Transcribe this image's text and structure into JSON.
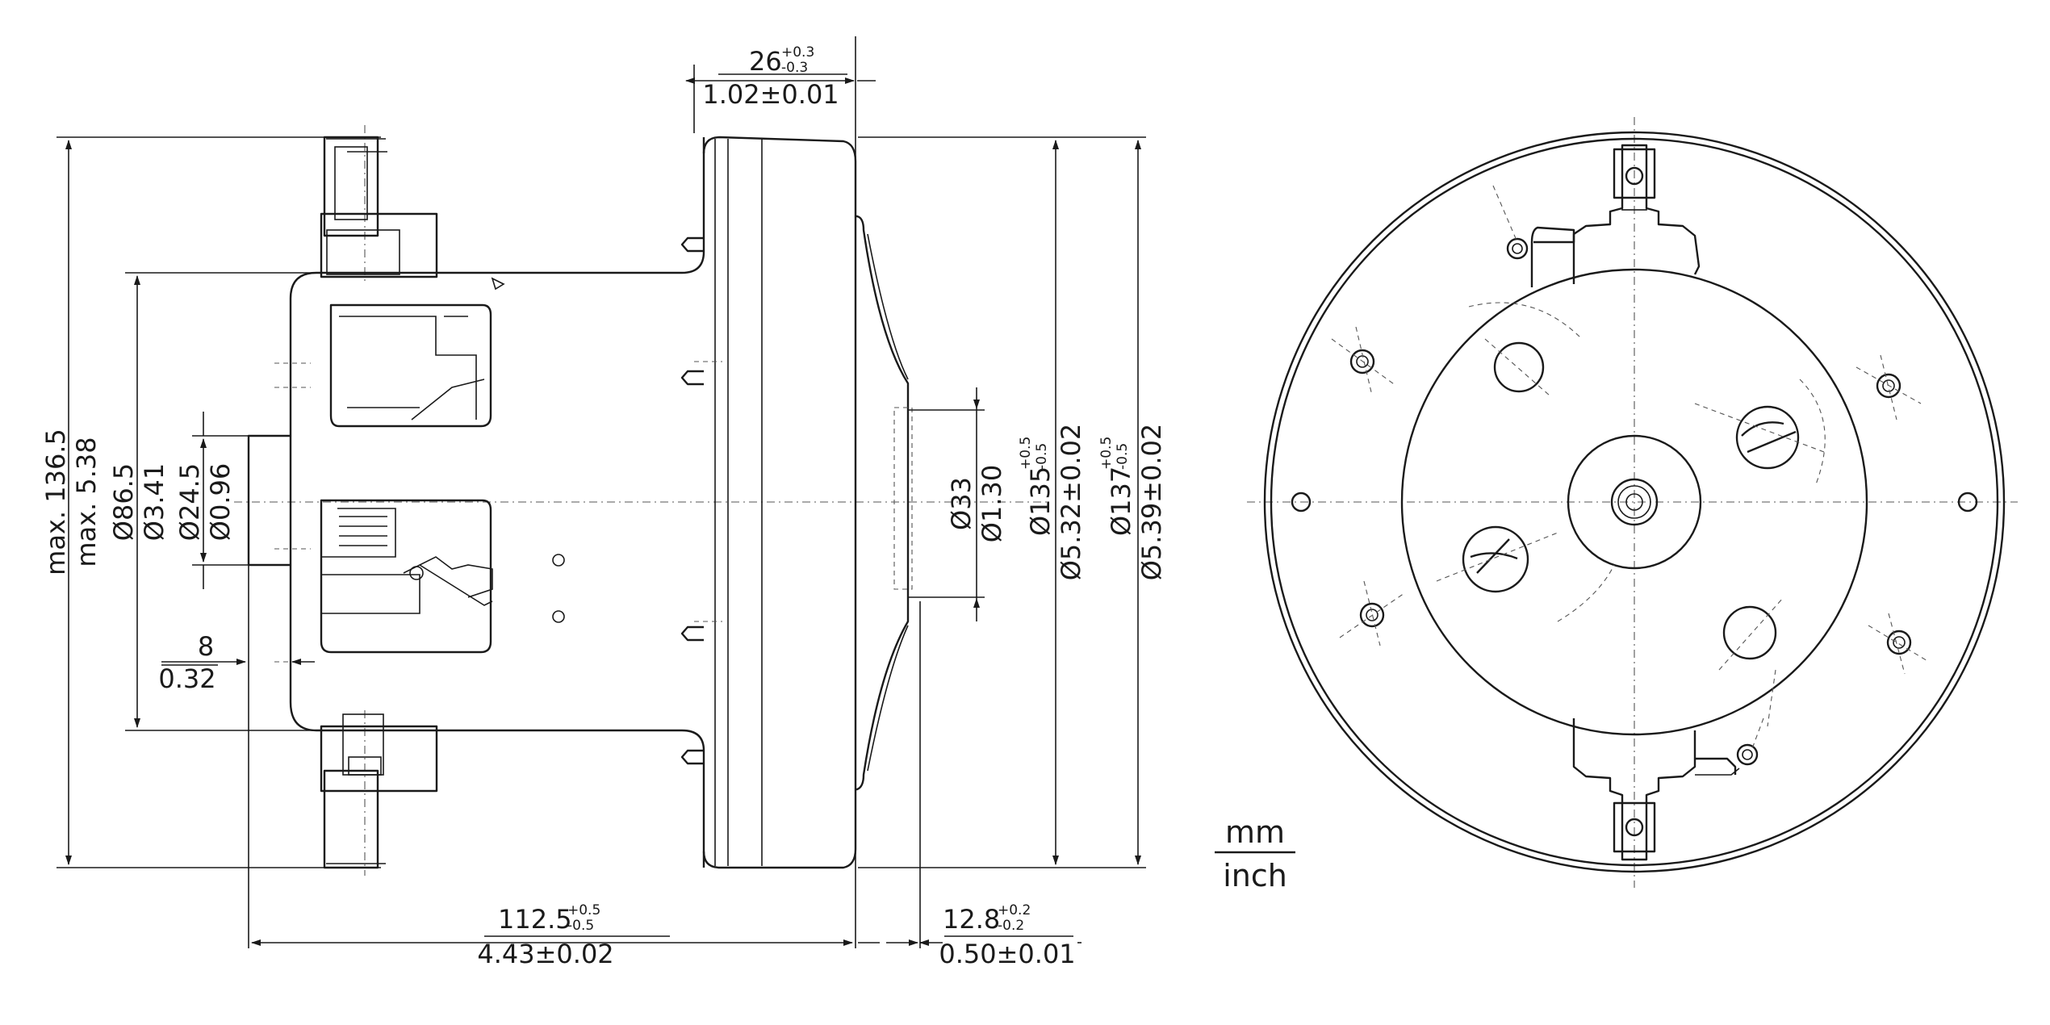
{
  "dimensions": {
    "top_width": {
      "mm": "26",
      "mm_tol_upper": "+0.3",
      "mm_tol_lower": "-0.3",
      "inch": "1.02±0.01"
    },
    "overall_height": {
      "mm": "max. 136.5",
      "inch": "max. 5.38"
    },
    "flange_diameter": {
      "mm": "Ø86.5",
      "inch": "Ø3.41"
    },
    "shaft_diameter": {
      "mm": "Ø24.5",
      "inch": "Ø0.96"
    },
    "offset": {
      "mm": "8",
      "inch": "0.32"
    },
    "inlet_diameter": {
      "mm": "Ø33",
      "inch": "Ø1.30"
    },
    "body_diameter": {
      "mm": "Ø135",
      "mm_tol_upper": "+0.5",
      "mm_tol_lower": "-0.5",
      "inch": "Ø5.32±0.02"
    },
    "housing_diameter": {
      "mm": "Ø137",
      "mm_tol_upper": "+0.5",
      "mm_tol_lower": "-0.5",
      "inch": "Ø5.39±0.02"
    },
    "overall_length": {
      "mm": "112.5",
      "mm_tol_upper": "+0.5",
      "mm_tol_lower": "-0.5",
      "inch": "4.43±0.02"
    },
    "fan_depth": {
      "mm": "12.8",
      "mm_tol_upper": "+0.2",
      "mm_tol_lower": "-0.2",
      "inch": "0.50±0.01"
    }
  },
  "units": {
    "top": "mm",
    "bottom": "inch"
  }
}
